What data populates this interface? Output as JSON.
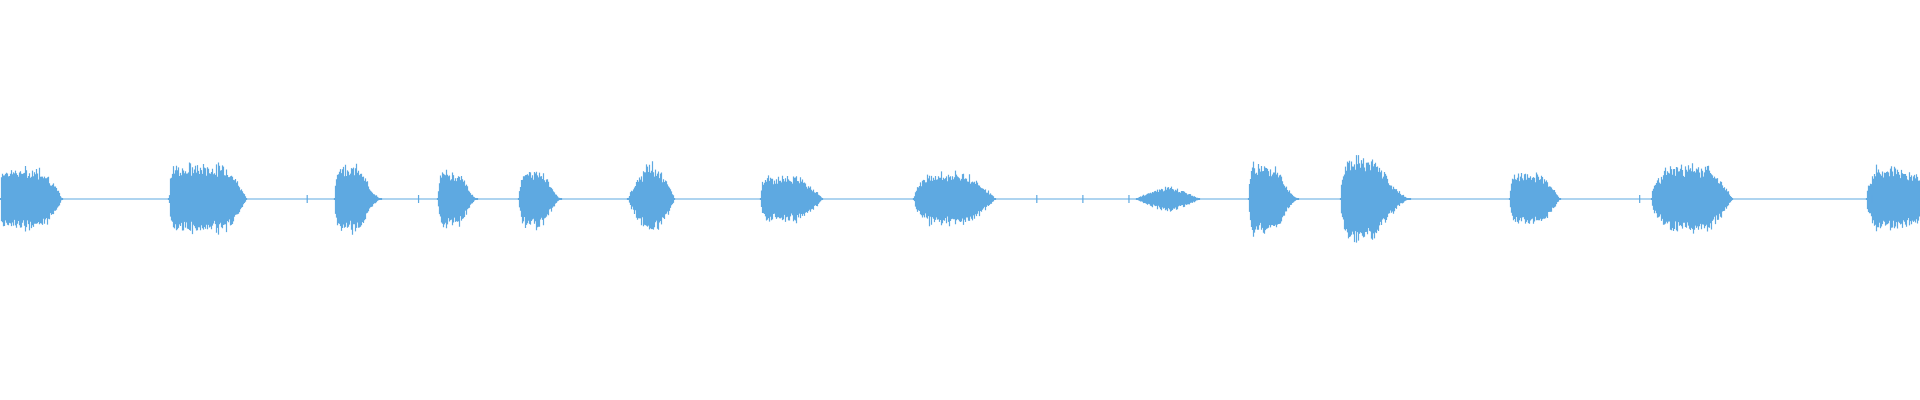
{
  "waveform": {
    "color": "#5ea9e1",
    "background": "#ffffff",
    "segments": [
      {
        "id": "burst-1",
        "start": 0.0,
        "end": 0.032,
        "amplitude": 0.82,
        "shape": "plateau",
        "fade_in": 0.02,
        "fade_out": 0.3
      },
      {
        "id": "burst-2",
        "start": 0.088,
        "end": 0.128,
        "amplitude": 0.92,
        "shape": "plateau",
        "fade_in": 0.05,
        "fade_out": 0.25
      },
      {
        "id": "burst-3",
        "start": 0.174,
        "end": 0.198,
        "amplitude": 1.0,
        "shape": "attack",
        "fade_in": 0.1,
        "fade_out": 0.45
      },
      {
        "id": "burst-4",
        "start": 0.228,
        "end": 0.248,
        "amplitude": 0.82,
        "shape": "attack",
        "fade_in": 0.1,
        "fade_out": 0.4
      },
      {
        "id": "burst-5",
        "start": 0.27,
        "end": 0.292,
        "amplitude": 0.85,
        "shape": "attack",
        "fade_in": 0.15,
        "fade_out": 0.4
      },
      {
        "id": "burst-6",
        "start": 0.327,
        "end": 0.351,
        "amplitude": 1.02,
        "shape": "diamond",
        "fade_in": 0.4,
        "fade_out": 0.45
      },
      {
        "id": "burst-7",
        "start": 0.396,
        "end": 0.428,
        "amplitude": 0.6,
        "shape": "plateau",
        "fade_in": 0.05,
        "fade_out": 0.35
      },
      {
        "id": "burst-8",
        "start": 0.476,
        "end": 0.518,
        "amplitude": 0.7,
        "shape": "plateau",
        "fade_in": 0.2,
        "fade_out": 0.35
      },
      {
        "id": "burst-9",
        "start": 0.592,
        "end": 0.624,
        "amplitude": 0.35,
        "shape": "diamond",
        "fade_in": 0.45,
        "fade_out": 0.45
      },
      {
        "id": "burst-10",
        "start": 0.65,
        "end": 0.676,
        "amplitude": 1.05,
        "shape": "attack",
        "fade_in": 0.1,
        "fade_out": 0.45
      },
      {
        "id": "burst-11",
        "start": 0.698,
        "end": 0.734,
        "amplitude": 1.22,
        "shape": "attack",
        "fade_in": 0.1,
        "fade_out": 0.5
      },
      {
        "id": "burst-12",
        "start": 0.786,
        "end": 0.812,
        "amplitude": 0.68,
        "shape": "plateau",
        "fade_in": 0.1,
        "fade_out": 0.35
      },
      {
        "id": "burst-13",
        "start": 0.86,
        "end": 0.902,
        "amplitude": 0.9,
        "shape": "plateau",
        "fade_in": 0.25,
        "fade_out": 0.3
      },
      {
        "id": "burst-14",
        "start": 0.972,
        "end": 1.0,
        "amplitude": 0.95,
        "shape": "attack",
        "fade_in": 0.2,
        "fade_out": 0.0
      }
    ],
    "ticks": [
      0.16,
      0.218,
      0.54,
      0.564,
      0.588,
      0.854,
      0.975
    ]
  }
}
